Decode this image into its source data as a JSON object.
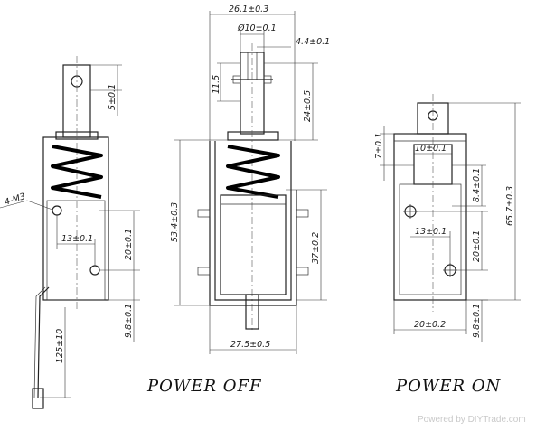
{
  "captions": {
    "power_off": "POWER OFF",
    "power_on": "POWER ON"
  },
  "watermark": "Powered by DIYTrade.com",
  "left_view": {
    "dim_screw": "4-M3",
    "dim_top": "5±0.1",
    "dim_hole_spacing": "13±0.1",
    "dim_hole_vertical": "20±0.1",
    "dim_bottom": "9.8±0.1",
    "dim_lead": "125±10"
  },
  "middle_view": {
    "dim_width_top": "26.1±0.3",
    "dim_plunger_dia": "Ø10±0.1",
    "dim_slot": "4.4±0.1",
    "dim_pin": "11.5",
    "dim_stroke_top": "24±0.5",
    "dim_total_height": "53.4±0.3",
    "dim_coil_height": "37±0.2",
    "dim_width_bottom": "27.5±0.5"
  },
  "right_view": {
    "dim_top_offset": "7±0.1",
    "dim_width_top": "10±0.1",
    "dim_side": "8.4±0.1",
    "dim_total": "65.7±0.3",
    "dim_hole_spacing": "13±0.1",
    "dim_hole_vertical": "20±0.1",
    "dim_width_bottom": "20±0.2",
    "dim_bottom": "9.8±0.1"
  },
  "colors": {
    "ink": "#222222",
    "spring": "#000000",
    "watermark": "#c9c9c9"
  }
}
